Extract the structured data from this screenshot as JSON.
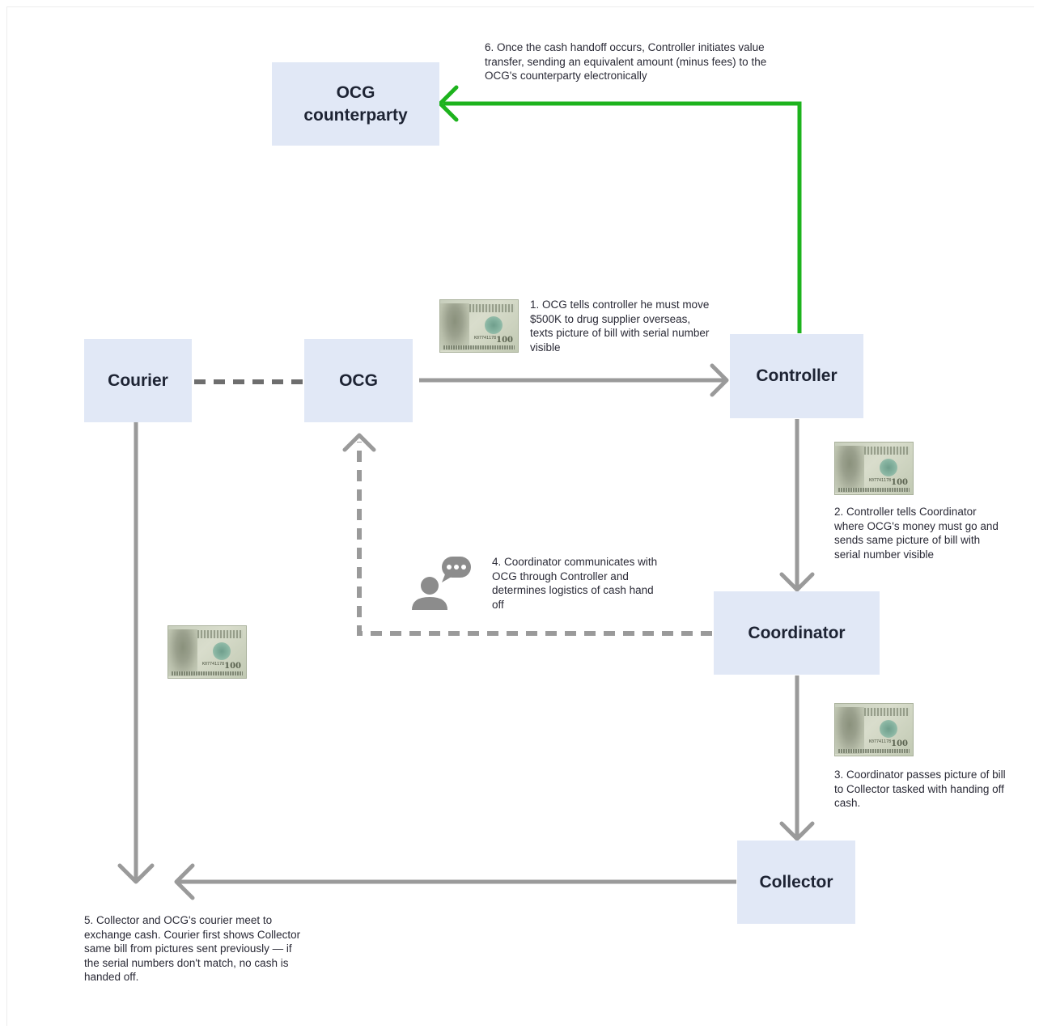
{
  "colors": {
    "node_bg": "#e1e8f6",
    "arrow_gray": "#9a9a9a",
    "arrow_green": "#1db31d",
    "text": "#2a2a36"
  },
  "nodes": {
    "ocg_counterparty": "OCG\ncounterparty",
    "courier": "Courier",
    "ocg": "OCG",
    "controller": "Controller",
    "coordinator": "Coordinator",
    "collector": "Collector"
  },
  "notes": {
    "step1": "1. OCG tells controller he must move $500K to drug supplier overseas, texts picture of bill with serial number visible",
    "step2": "2. Controller tells Coordinator where OCG's money must go and sends same picture of bill with serial number visible",
    "step3": "3. Coordinator passes picture of bill to Collector tasked with handing off cash.",
    "step4": "4. Coordinator communicates with OCG through Controller and determines logistics of cash hand off",
    "step5": "5. Collector and OCG's courier meet to exchange cash. Courier first shows Collector same bill from pictures sent previously — if the serial numbers don't match, no cash is handed off.",
    "step6": "6. Once the cash handoff occurs, Controller initiates value transfer, sending an equivalent amount (minus fees) to the OCG's counterparty electronically"
  },
  "bill": {
    "denomination": "100",
    "serial": "K07741178"
  },
  "icons": {
    "bill": "banknote-icon",
    "person": "person-chat-icon"
  }
}
